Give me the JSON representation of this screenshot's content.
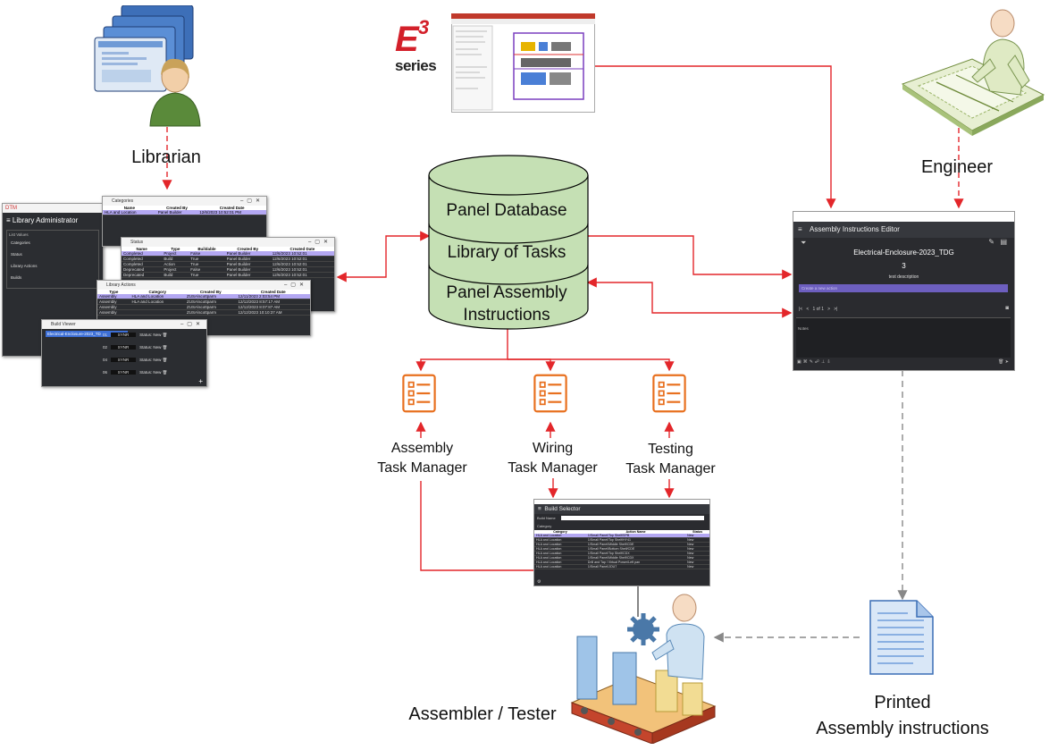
{
  "actors": {
    "librarian": "Librarian",
    "engineer": "Engineer",
    "assembler": "Assembler / Tester",
    "printed_line1": "Printed",
    "printed_line2": "Assembly instructions"
  },
  "e3_logo": {
    "mark": "E",
    "superscript": "3",
    "word": "series"
  },
  "database": {
    "segment1": "Panel Database",
    "segment2": "Library of Tasks",
    "segment3_line1": "Panel Assembly",
    "segment3_line2": "Instructions"
  },
  "task_managers": [
    {
      "line1": "Assembly",
      "line2": "Task Manager"
    },
    {
      "line1": "Wiring",
      "line2": "Task Manager"
    },
    {
      "line1": "Testing",
      "line2": "Task Manager"
    }
  ],
  "library_admin": {
    "brand": "DTM",
    "title": "Library Administrator",
    "list_header": "List Values",
    "menu": [
      "Categories",
      "Status",
      "Library Actions",
      "Builds"
    ]
  },
  "categories_win": {
    "title": "Categories",
    "columns": [
      "Name",
      "Created By",
      "Created Date"
    ],
    "rows": [
      [
        "HLA and Location",
        "Panel Builder",
        "12/6/2023 10:52:01 PM"
      ]
    ]
  },
  "status_win": {
    "title": "Status",
    "columns": [
      "Name",
      "Type",
      "Buildable",
      "Created By",
      "Created Date"
    ],
    "rows": [
      [
        "Completed",
        "Project",
        "False",
        "Panel Builder",
        "12/6/2023 10:52:01"
      ],
      [
        "Completed",
        "Build",
        "True",
        "Panel Builder",
        "12/6/2023 10:52:01"
      ],
      [
        "Completed",
        "Action",
        "True",
        "Panel Builder",
        "12/6/2023 10:52:01"
      ],
      [
        "Deprecated",
        "Project",
        "False",
        "Panel Builder",
        "12/6/2023 10:52:01"
      ],
      [
        "Deprecated",
        "Build",
        "True",
        "Panel Builder",
        "12/6/2023 10:52:01"
      ]
    ]
  },
  "actions_win": {
    "title": "Library Actions",
    "columns": [
      "Type",
      "Category",
      "Created By",
      "Created Date"
    ],
    "rows": [
      [
        "Assembly",
        "HLA and Location",
        "ZUSA\\scottparm",
        "12/11/2023 2:03:54 PM"
      ],
      [
        "Assembly",
        "HLA and Location",
        "ZUSA\\scottparm",
        "12/12/2023 8:57:17 AM"
      ],
      [
        "Assembly",
        "",
        "ZUSA\\scottparm",
        "12/12/2023 8:07:87 AM"
      ],
      [
        "Assembly",
        "",
        "ZUSA\\scottparm",
        "12/12/2023 10:10:37 AM"
      ]
    ]
  },
  "build_viewer": {
    "title": "Build Viewer",
    "selected": "Electrical-Enclosure-2023_TD",
    "rows": [
      {
        "num": "01",
        "state": "Status: New"
      },
      {
        "num": "02",
        "state": "Status: New"
      },
      {
        "num": "04",
        "state": "Status: New"
      },
      {
        "num": "06",
        "state": "Status: New"
      }
    ],
    "btn": "SYNR"
  },
  "editor": {
    "title": "Assembly Instructions Editor",
    "project": "Electrical-Enclosure-2023_TDG",
    "number": "3",
    "description": "test description",
    "placeholder": "Create a new action",
    "pager": "1 of 1",
    "notes": "Notes"
  },
  "build_selector": {
    "title": "Build Selector",
    "build_name_label": "Build Name",
    "category_label": "Category",
    "columns": [
      "Category",
      "Action Name",
      "Status"
    ],
    "rows": [
      [
        "HLA and Location",
        "1/Small Panel/Top Shelf/SPB",
        "New"
      ],
      [
        "HLA and Location",
        "1/Small Panel/Top Shelf/HY41",
        "New"
      ],
      [
        "HLA and Location",
        "1/Small Panel/Middle Shelf/CDE",
        "New"
      ],
      [
        "HLA and Location",
        "1/Small Panel/Bottom Shelf/CDE",
        "New"
      ],
      [
        "HLA and Location",
        "1/Small Panel/Top Shelf/CDX",
        "New"
      ],
      [
        "HLA and Location",
        "1/Small Panel/Middle Shelf/CDX",
        "New"
      ],
      [
        "HLA and Location",
        "Drill and Tap / Virtual Power/Left pan",
        "New"
      ],
      [
        "HLA and Location",
        "1/Small Panel/JOU7",
        "New"
      ]
    ]
  },
  "colors": {
    "arrow": "#e3262a",
    "db_fill": "#c5e0b4",
    "db_stroke": "#000000",
    "task_icon": "#e8701f",
    "accent": "#6d5fbf"
  }
}
